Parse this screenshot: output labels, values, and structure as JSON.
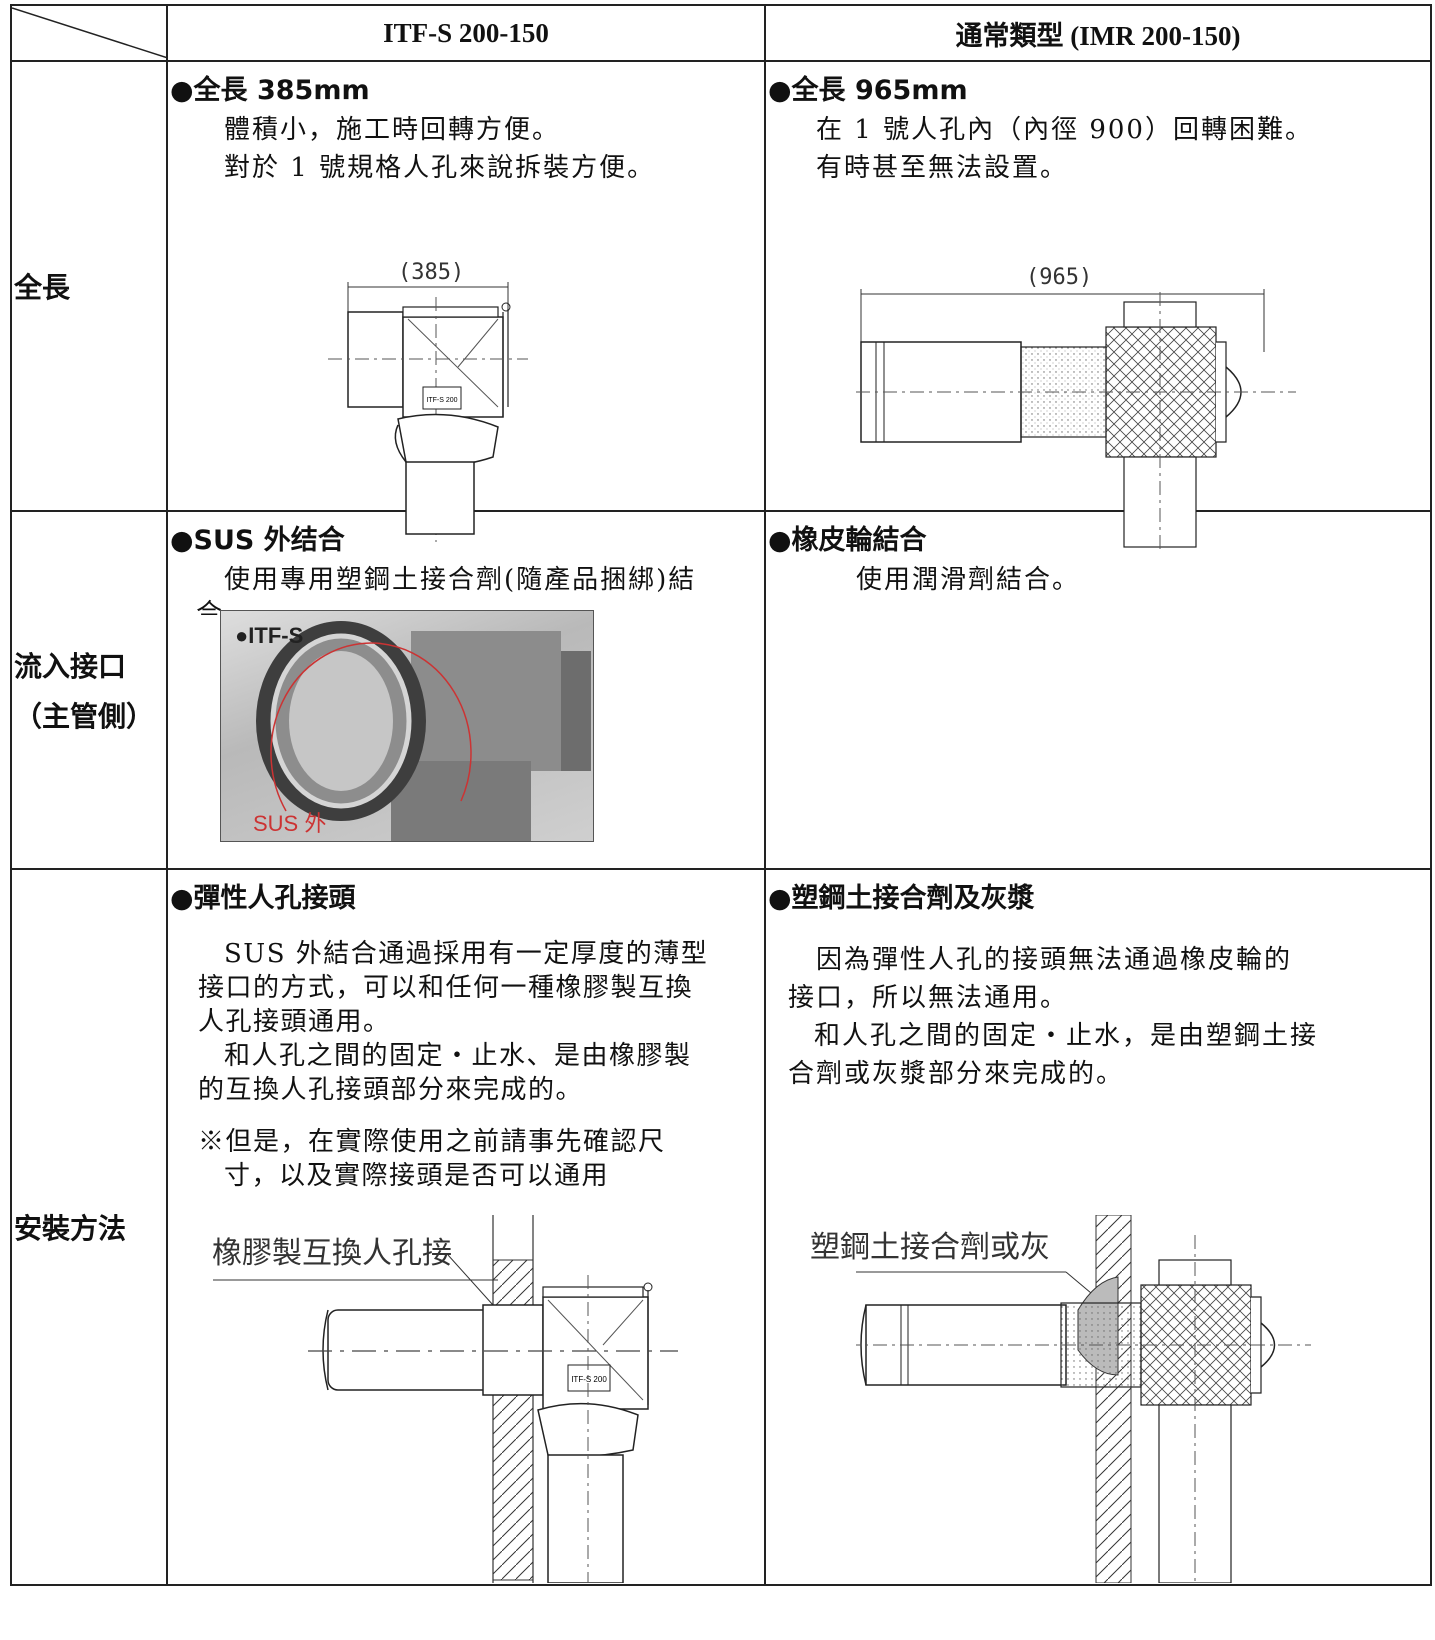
{
  "header": {
    "col1": "ITF-S 200-150",
    "col2": "通常類型 (IMR 200-150)"
  },
  "rows": {
    "length": {
      "label": "全長",
      "left": {
        "heading": "●全長 385mm",
        "line1": "體積小，施工時回轉方便。",
        "line2": "對於 1 號規格人孔來說拆裝方便。",
        "dimension": "(385)",
        "product_tag": "ITF-S 200"
      },
      "right": {
        "heading": "●全長 965mm",
        "line1": "在 1 號人孔內（內徑 900）回轉困難。",
        "line2": "有時甚至無法設置。",
        "dimension": "(965)"
      }
    },
    "inlet": {
      "label_line1": "流入接口",
      "label_line2": "（主管側）",
      "left": {
        "heading": "●SUS 外结合",
        "line1": "使用專用塑鋼土接合劑(隨產品捆綁)結",
        "line2_partial": "合",
        "photo_tag": "●ITF-S",
        "photo_caption": "SUS 外"
      },
      "right": {
        "heading": "●橡皮輪結合",
        "line1": "使用潤滑劑結合。"
      }
    },
    "install": {
      "label": "安裝方法",
      "left": {
        "heading": "●彈性人孔接頭",
        "para1_line1": "SUS 外結合通過採用有一定厚度的薄型",
        "para1_line2": "接口的方式，可以和任何一種橡膠製互換",
        "para1_line3": "人孔接頭通用。",
        "para2_line1": "和人孔之間的固定・止水、是由橡膠製",
        "para2_line2": "的互換人孔接頭部分來完成的。",
        "note_line1": "※但是，在實際使用之前請事先確認尺",
        "note_line2": "寸，以及實際接頭是否可以通用",
        "callout": "橡膠製互換人孔接",
        "product_tag": "ITF-S 200"
      },
      "right": {
        "heading": "●塑鋼土接合劑及灰漿",
        "para1_line1": "因為彈性人孔的接頭無法通過橡皮輪的",
        "para1_line2": "接口，所以無法通用。",
        "para2_line1": "和人孔之間的固定・止水，是由塑鋼土接",
        "para2_line2": "合劑或灰漿部分來完成的。",
        "callout": "塑鋼土接合劑或灰"
      }
    }
  }
}
